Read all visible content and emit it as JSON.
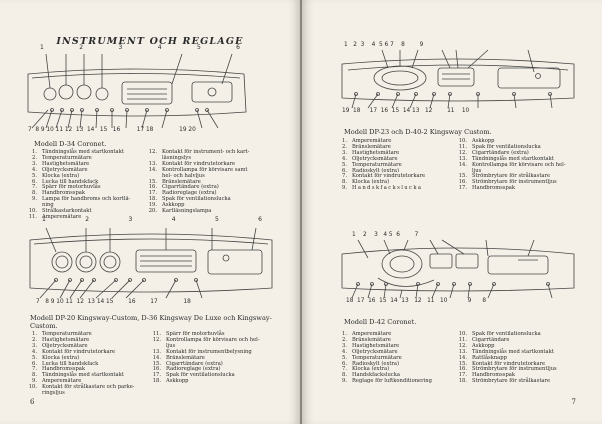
{
  "left_page": {
    "heading": "INSTRUMENT OCH REGLAGE",
    "page_number": "6",
    "fig1_callouts_top": [
      "1",
      "2",
      "3",
      "4",
      "5",
      "6"
    ],
    "fig1_callouts_bottom": [
      "7",
      "8",
      "9",
      "10",
      "11",
      "12",
      "13",
      "14",
      "15",
      "16",
      "17",
      "18",
      "19",
      "20"
    ],
    "fig1_bottom_label": "7  8 9 10 11 12  13  14   15   16         17 18              19 20",
    "fig2_callouts_top": [
      "1",
      "2",
      "3",
      "4",
      "5",
      "6"
    ],
    "fig2_bottom_label": "7   8 9 10 11  12  13 14 15        16        17              18",
    "section1": {
      "model": "Modell D-34 Coronet.",
      "col1": [
        {
          "n": "1.",
          "t": "Tändningslås med startkontakt"
        },
        {
          "n": "2.",
          "t": "Temperaturmätare"
        },
        {
          "n": "3.",
          "t": "Hastighetsmätare"
        },
        {
          "n": "4.",
          "t": "Oljetrycksmätare"
        },
        {
          "n": "5.",
          "t": "Klocka (extra)"
        },
        {
          "n": "6.",
          "t": "Lucka till handskfack"
        },
        {
          "n": "7.",
          "t": "Spärr för motorhuvlås"
        },
        {
          "n": "8.",
          "t": "Handbromsspak"
        },
        {
          "n": "9.",
          "t": "Lampa för handbroms och kortlä-"
        },
        {
          "n": "",
          "t": "ning"
        },
        {
          "n": "10.",
          "t": "Strålkastarkontakt"
        },
        {
          "n": "11.",
          "t": "Amperemätare"
        }
      ],
      "col2": [
        {
          "n": "12.",
          "t": "Kontakt för instrument- och kart-"
        },
        {
          "n": "",
          "t": "läsningslys"
        },
        {
          "n": "13.",
          "t": "Kontakt för vindrutetorkare"
        },
        {
          "n": "14.",
          "t": "Kontrollampa för körvisare samt"
        },
        {
          "n": "",
          "t": "hel- och halvljus"
        },
        {
          "n": "15.",
          "t": "Bränslemätare"
        },
        {
          "n": "16.",
          "t": "Cigarrtändare (extra)"
        },
        {
          "n": "17.",
          "t": "Radioreglage (extra)"
        },
        {
          "n": "18.",
          "t": "Spak för ventilationslucka"
        },
        {
          "n": "19.",
          "t": "Askkopp"
        },
        {
          "n": "20.",
          "t": "Kartläsningslampa"
        }
      ]
    },
    "section2": {
      "model": "Modell DP-20 Kingsway-Custom, D-36 Kingsway De Luxe och Kingsway-",
      "model_line2": "Custom.",
      "col1": [
        {
          "n": "1.",
          "t": "Temperaturmätare"
        },
        {
          "n": "2.",
          "t": "Hastighetsmätare"
        },
        {
          "n": "3.",
          "t": "Oljetrycksmätare"
        },
        {
          "n": "4.",
          "t": "Kontakt för vindrutetorkare"
        },
        {
          "n": "5.",
          "t": "Klocka (extra)"
        },
        {
          "n": "6.",
          "t": "Lucka till handskfack"
        },
        {
          "n": "7.",
          "t": "Handbromsspak"
        },
        {
          "n": "8.",
          "t": "Tändningslås med startkontakt"
        },
        {
          "n": "9.",
          "t": "Amperemätare"
        },
        {
          "n": "10.",
          "t": "Kontakt för strålkastare och parke-"
        },
        {
          "n": "",
          "t": "ringsljus"
        }
      ],
      "col2": [
        {
          "n": "11.",
          "t": "Spärr för motorhuvlås"
        },
        {
          "n": "12.",
          "t": "Kontrollampa för körvisare och hel-"
        },
        {
          "n": "",
          "t": "ljus"
        },
        {
          "n": "13.",
          "t": "Kontakt för instrumentbelysning"
        },
        {
          "n": "14.",
          "t": "Bränslemätare"
        },
        {
          "n": "15.",
          "t": "Cigarrtändare (extra)"
        },
        {
          "n": "16.",
          "t": "Radioreglage (extra)"
        },
        {
          "n": "17.",
          "t": "Spak för ventilationslucka"
        },
        {
          "n": "18.",
          "t": "Askkopp"
        }
      ]
    }
  },
  "right_page": {
    "page_number": "7",
    "fig3_top_label": "1   2  3    4  5 6 7    8        9",
    "fig3_bottom_label": "19  18     17  16  15  14 13   12        11    10",
    "fig4_top_label": "1    2    3   4 5  6        7",
    "fig4_bottom_label": "18  17  16  15  14  13   12   11   10           9      8",
    "section3": {
      "model": "Modell DP-23 och D-40-2 Kingsway Custom.",
      "col1": [
        {
          "n": "1.",
          "t": "Amperemätare"
        },
        {
          "n": "2.",
          "t": "Bränslemätare"
        },
        {
          "n": "3.",
          "t": "Hastighetsmätare"
        },
        {
          "n": "4.",
          "t": "Oljetrycksmätare"
        },
        {
          "n": "5.",
          "t": "Temperaturmätare"
        },
        {
          "n": "6.",
          "t": "Radioskylt (extra)"
        },
        {
          "n": "7.",
          "t": "Kontakt för vindrutetorkare"
        },
        {
          "n": "8.",
          "t": "Klocka (extra)"
        },
        {
          "n": "9.",
          "t": "Handskfackslucka",
          "spaced": true
        }
      ],
      "col2": [
        {
          "n": "10.",
          "t": "Askkopp"
        },
        {
          "n": "11.",
          "t": "Spak för ventilationslucka"
        },
        {
          "n": "12.",
          "t": "Cigarrtändare (extra)"
        },
        {
          "n": "13.",
          "t": "Tändningslås med startkontakt"
        },
        {
          "n": "14.",
          "t": "Kontrollampa för körvisare och hel-"
        },
        {
          "n": "",
          "t": "ljus"
        },
        {
          "n": "15.",
          "t": "Strömbrytare för strålkastare"
        },
        {
          "n": "16.",
          "t": "Strömbrytare för instrumentljus"
        },
        {
          "n": "17.",
          "t": "Handbromsspak"
        }
      ]
    },
    "section4": {
      "model": "Modell D-42 Coronet.",
      "col1": [
        {
          "n": "1.",
          "t": "Amperemätare"
        },
        {
          "n": "2.",
          "t": "Bränslemätare"
        },
        {
          "n": "3.",
          "t": "Hastighetsmätare"
        },
        {
          "n": "4.",
          "t": "Oljetrycksmätare"
        },
        {
          "n": "5.",
          "t": "Temperaturmätare"
        },
        {
          "n": "6.",
          "t": "Radioskylt (extra)"
        },
        {
          "n": "7.",
          "t": "Klocka (extra)"
        },
        {
          "n": "8.",
          "t": "Handskfackslucka"
        },
        {
          "n": "9.",
          "t": "Reglage för luftkonditionering"
        }
      ],
      "col2": [
        {
          "n": "10.",
          "t": "Spak för ventilationslucka"
        },
        {
          "n": "11.",
          "t": "Cigarrtändare"
        },
        {
          "n": "12.",
          "t": "Askkopp"
        },
        {
          "n": "13.",
          "t": "Tändningslås med startkontakt"
        },
        {
          "n": "14.",
          "t": "Rattlåsknapp"
        },
        {
          "n": "15.",
          "t": "Kontakt för vindrutetorkare"
        },
        {
          "n": "16.",
          "t": "Strömbrytare för instrumentljus"
        },
        {
          "n": "17.",
          "t": "Handbromsspak"
        },
        {
          "n": "18.",
          "t": "Strömbrytare för strålkastare"
        }
      ]
    }
  }
}
